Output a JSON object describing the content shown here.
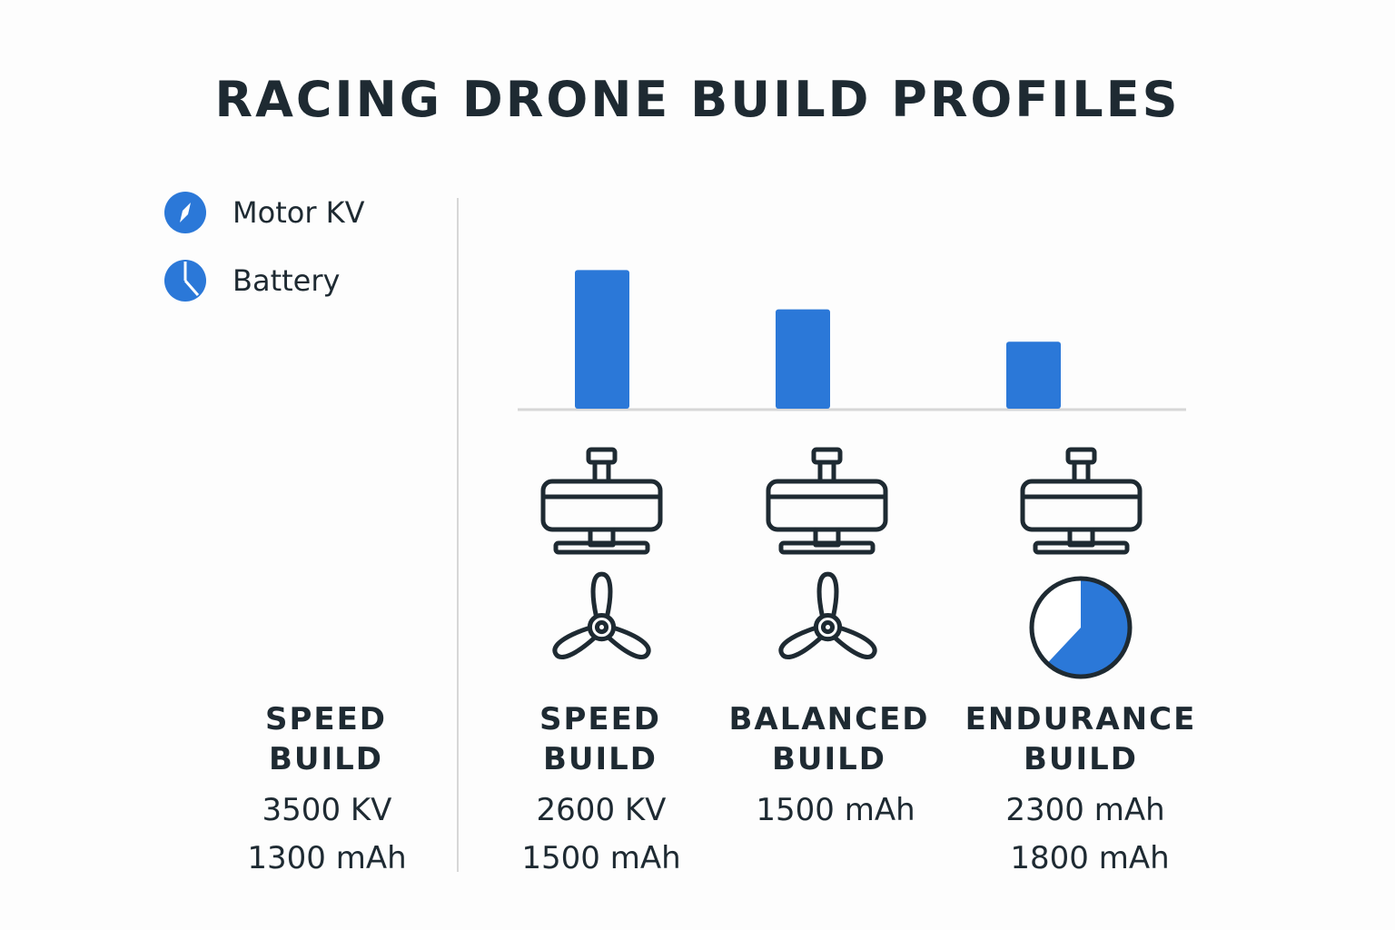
{
  "title": "RACING DRONE BUILD PROFILES",
  "legend": [
    {
      "label": "Motor KV",
      "icon": "compass-icon"
    },
    {
      "label": "Battery",
      "icon": "pie-icon"
    }
  ],
  "colors": {
    "accent": "#2b78d8",
    "text": "#1e2a32",
    "line": "#1e2a32"
  },
  "summary": {
    "heading": [
      "SPEED",
      "BUILD"
    ],
    "specs": [
      "3500 KV",
      "1300 mAh"
    ]
  },
  "builds": [
    {
      "heading": [
        "SPEED",
        "BUILD"
      ],
      "specs": [
        "2600 KV",
        "1500 mAh"
      ],
      "hardware": [
        "motor-icon",
        "propeller-icon"
      ]
    },
    {
      "heading": [
        "BALANCED",
        "BUILD"
      ],
      "specs": [
        "1500 mAh"
      ],
      "hardware": [
        "motor-icon",
        "propeller-icon"
      ]
    },
    {
      "heading": [
        "ENDURANCE",
        "BUILD"
      ],
      "specs": [
        "2300 mAh",
        "1800 mAh"
      ],
      "hardware": [
        "motor-icon",
        "battery-pie-icon"
      ]
    }
  ],
  "chart_data": {
    "type": "bar",
    "categories": [
      "SPEED BUILD",
      "BALANCED BUILD",
      "ENDURANCE BUILD"
    ],
    "values": [
      3.0,
      2.15,
      1.45
    ],
    "ylim": [
      0,
      3.5
    ],
    "title": "",
    "xlabel": "",
    "ylabel": "",
    "grid": false,
    "legend_position": "left"
  },
  "battery_pie_fraction": 0.62
}
